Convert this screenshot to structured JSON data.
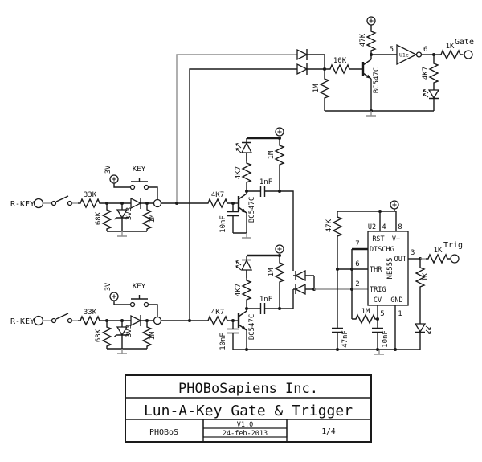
{
  "colors": {
    "line": "#1a1a1a",
    "muted_wire": "#8f8f8f",
    "background": "#ffffff"
  },
  "gate": {
    "r_collector": "47K",
    "r_base": "10K",
    "r_pulldown": "1M",
    "transistor": "BC547C",
    "pin_in": "5",
    "gate_ref": "U1c",
    "pin_out": "6",
    "r_output": "1K",
    "output_label": "Gate",
    "r_led": "4K7"
  },
  "key1": {
    "input_label": "R-KEY",
    "r_series": "33K",
    "r_divider": "68K",
    "zener": "3V3",
    "r_pulldown": "1M",
    "supply": "3V",
    "button": "KEY"
  },
  "key2": {
    "input_label": "R-KEY",
    "r_series": "33K",
    "r_divider": "68K",
    "zener": "3V3",
    "r_pulldown": "1M",
    "supply": "3V",
    "button": "KEY"
  },
  "pulse1": {
    "r_base": "4K7",
    "c_base": "10nF",
    "transistor": "BC547C",
    "r_collector": "4K7",
    "r_pullup": "1M",
    "c_coupling": "1nF"
  },
  "pulse2": {
    "r_base": "4K7",
    "c_base": "10nF",
    "transistor": "BC547C",
    "r_collector": "4K7",
    "r_pullup": "1M",
    "c_coupling": "1nF"
  },
  "timer": {
    "ref": "U2",
    "part": "NE555",
    "pin_rst": "4",
    "pin_vplus": "8",
    "pin_dischg": "7",
    "pin_thr": "6",
    "pin_trig": "2",
    "pin_out": "3",
    "pin_cv": "5",
    "pin_gnd": "1",
    "lbl_rst": "RST",
    "lbl_vplus": "V+",
    "lbl_dischg": "DISCHG",
    "lbl_thr": "THR",
    "lbl_trig": "TRIG",
    "lbl_out": "OUT",
    "lbl_cv": "CV",
    "lbl_gnd": "GND",
    "r_timing": "47K",
    "r_cv": "1M",
    "c_timing": "47nF",
    "c_cv": "10nF",
    "r_output": "1K",
    "r_led": "1K",
    "output_label": "Trig"
  },
  "title_block": {
    "company": "PHOBoSapiens Inc.",
    "title": "Lun-A-Key Gate & Trigger",
    "author": "PHOBoS",
    "version": "V1.0",
    "date": "24-feb-2013",
    "sheet": "1/4"
  }
}
